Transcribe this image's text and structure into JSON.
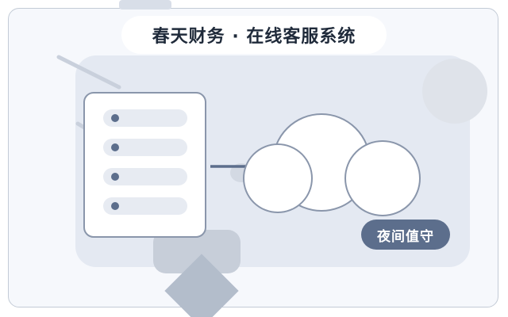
{
  "title": "春天财务 · 在线客服系统",
  "badge": {
    "label": "夜间值守"
  },
  "list_panel": {
    "item_count": 4
  },
  "icons": {
    "server": "server-list-icon",
    "cloud": "cloud-icon"
  },
  "colors": {
    "frame_border": "#c3cbd6",
    "background": "#f6f8fc",
    "inner_card": "#e4e9f2",
    "accent": "#5c6e8c",
    "text_dark": "#1f2a3a",
    "line": "#8a96ab"
  }
}
